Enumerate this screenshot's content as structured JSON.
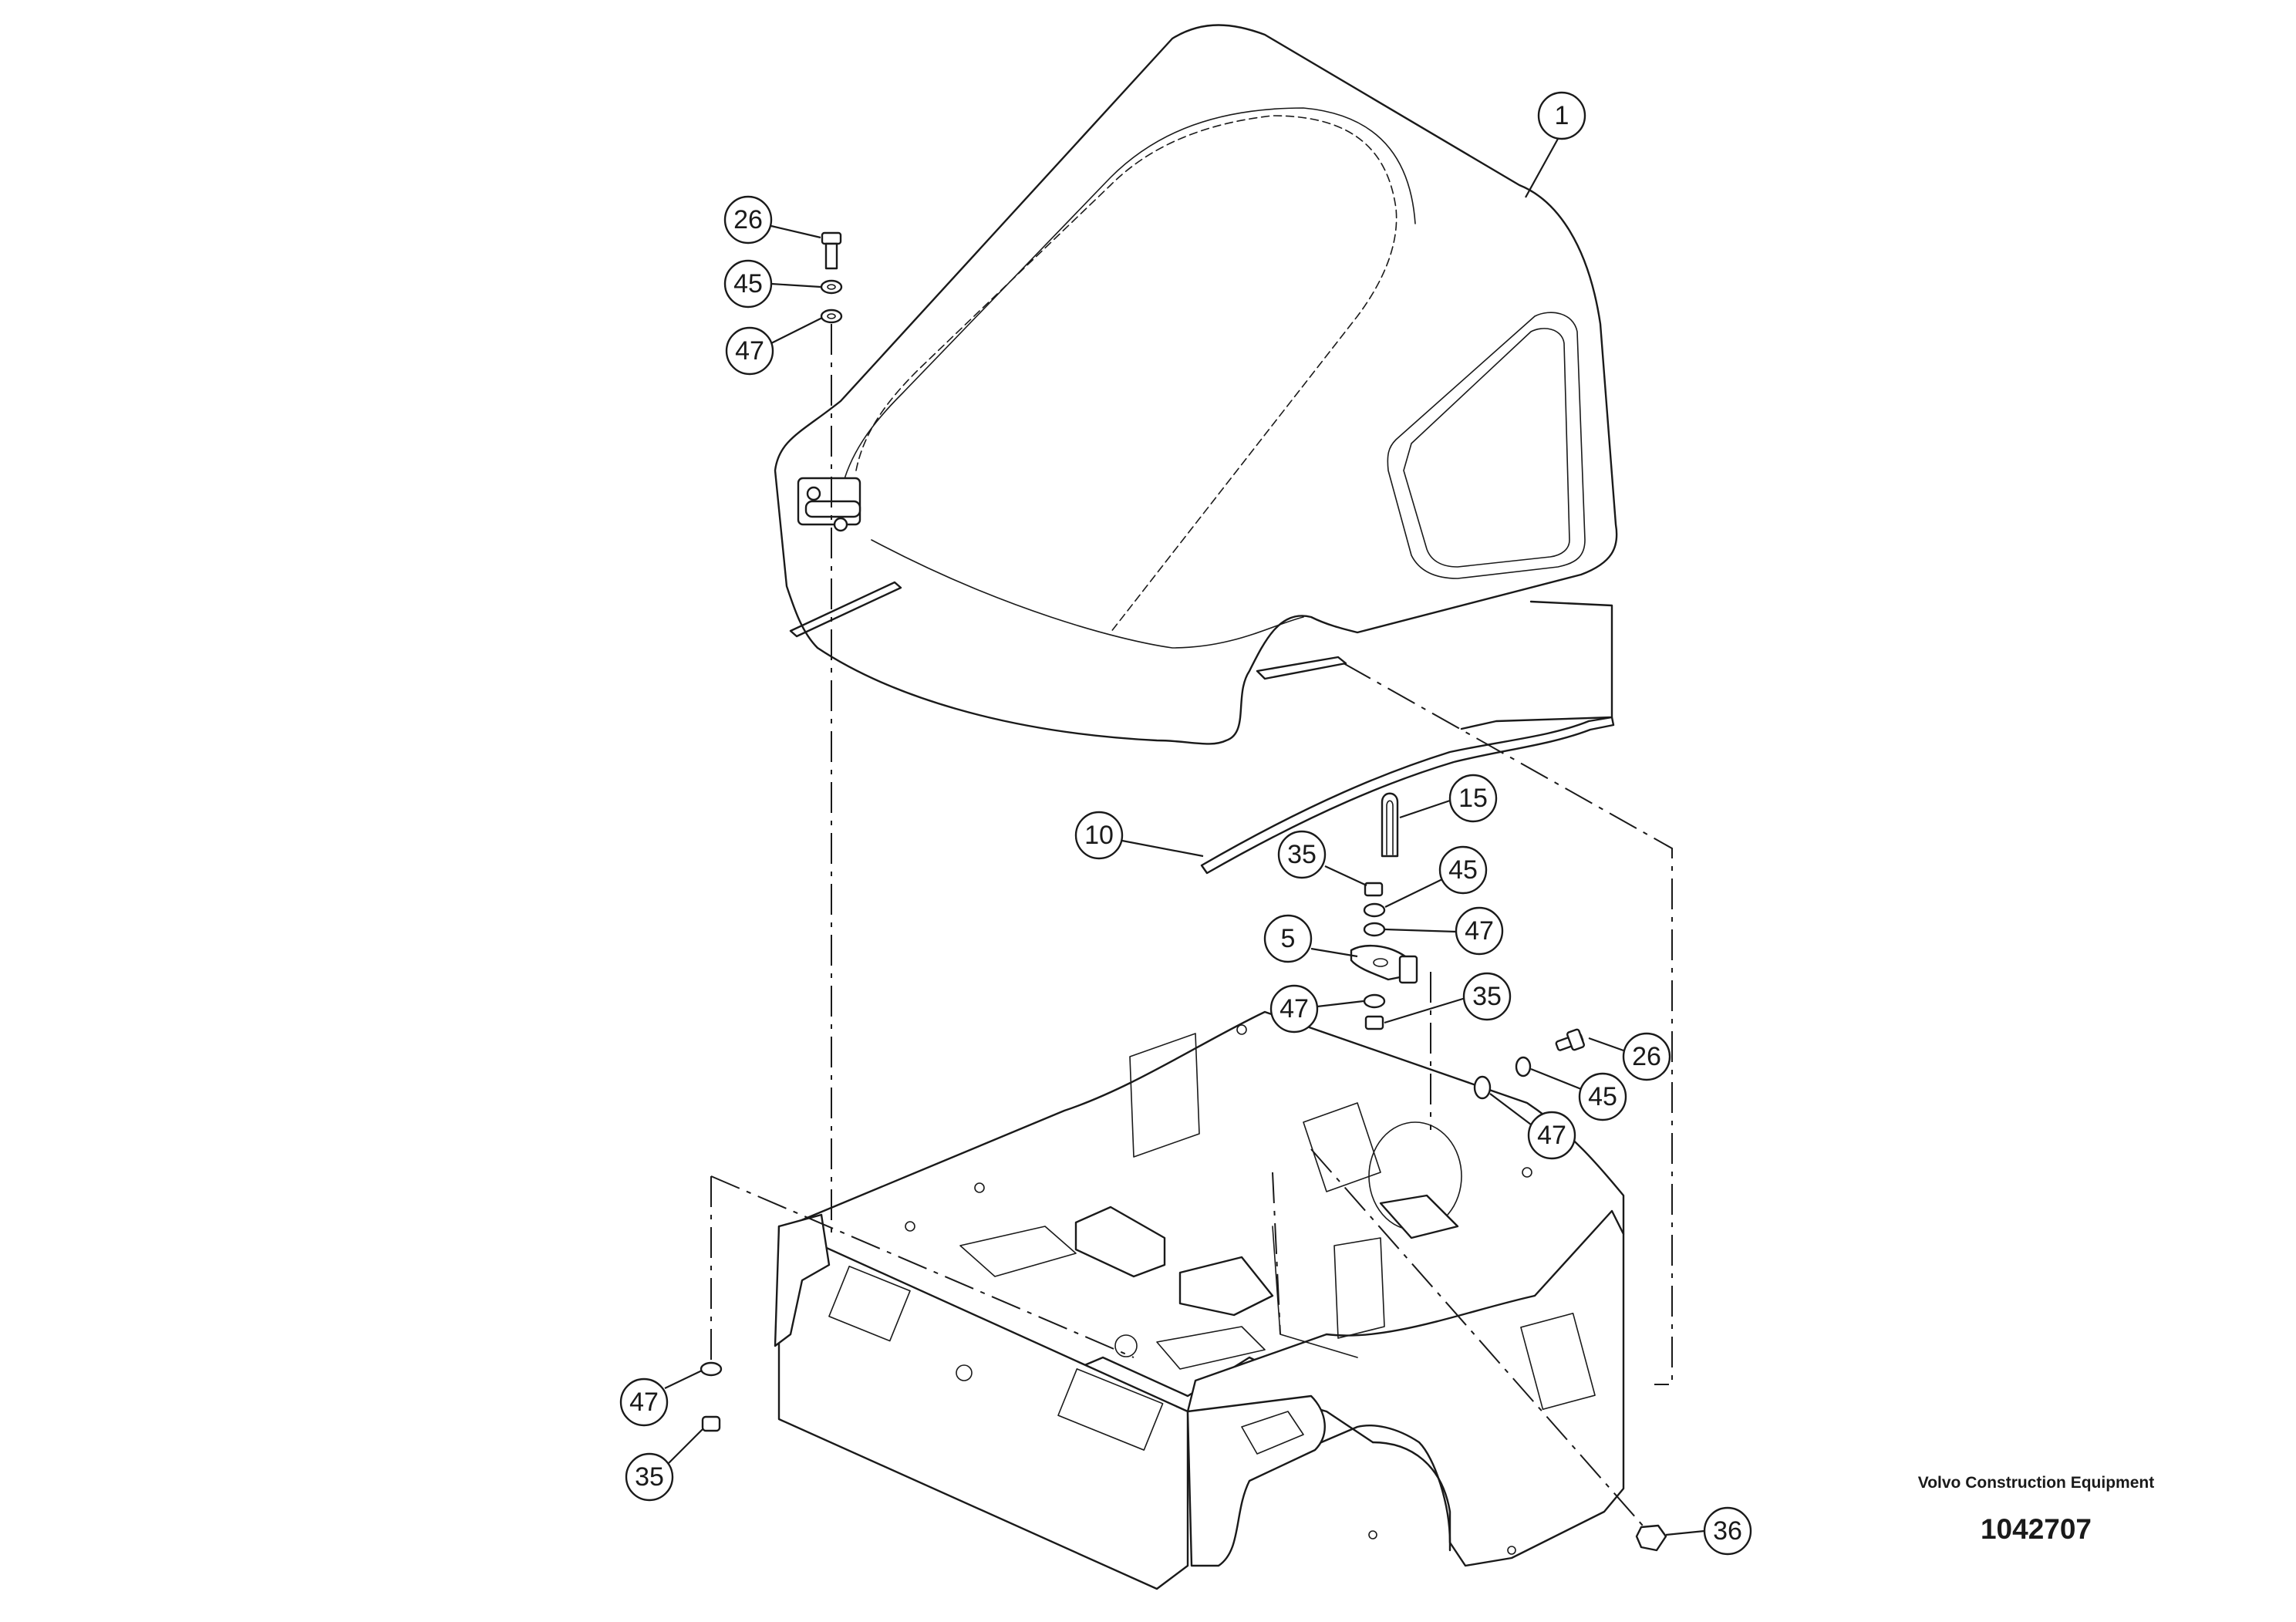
{
  "callouts": [
    {
      "id": "c1",
      "label": "1"
    },
    {
      "id": "c26a",
      "label": "26"
    },
    {
      "id": "c45a",
      "label": "45"
    },
    {
      "id": "c47a",
      "label": "47"
    },
    {
      "id": "c15",
      "label": "15"
    },
    {
      "id": "c10",
      "label": "10"
    },
    {
      "id": "c35a",
      "label": "35"
    },
    {
      "id": "c45b",
      "label": "45"
    },
    {
      "id": "c5",
      "label": "5"
    },
    {
      "id": "c47b",
      "label": "47"
    },
    {
      "id": "c47c",
      "label": "47"
    },
    {
      "id": "c35b",
      "label": "35"
    },
    {
      "id": "c26b",
      "label": "26"
    },
    {
      "id": "c45c",
      "label": "45"
    },
    {
      "id": "c47d",
      "label": "47"
    },
    {
      "id": "c47e",
      "label": "47"
    },
    {
      "id": "c35c",
      "label": "35"
    },
    {
      "id": "c36",
      "label": "36"
    }
  ],
  "title_block": {
    "brand": "Volvo Construction Equipment",
    "document_number": "1042707"
  }
}
